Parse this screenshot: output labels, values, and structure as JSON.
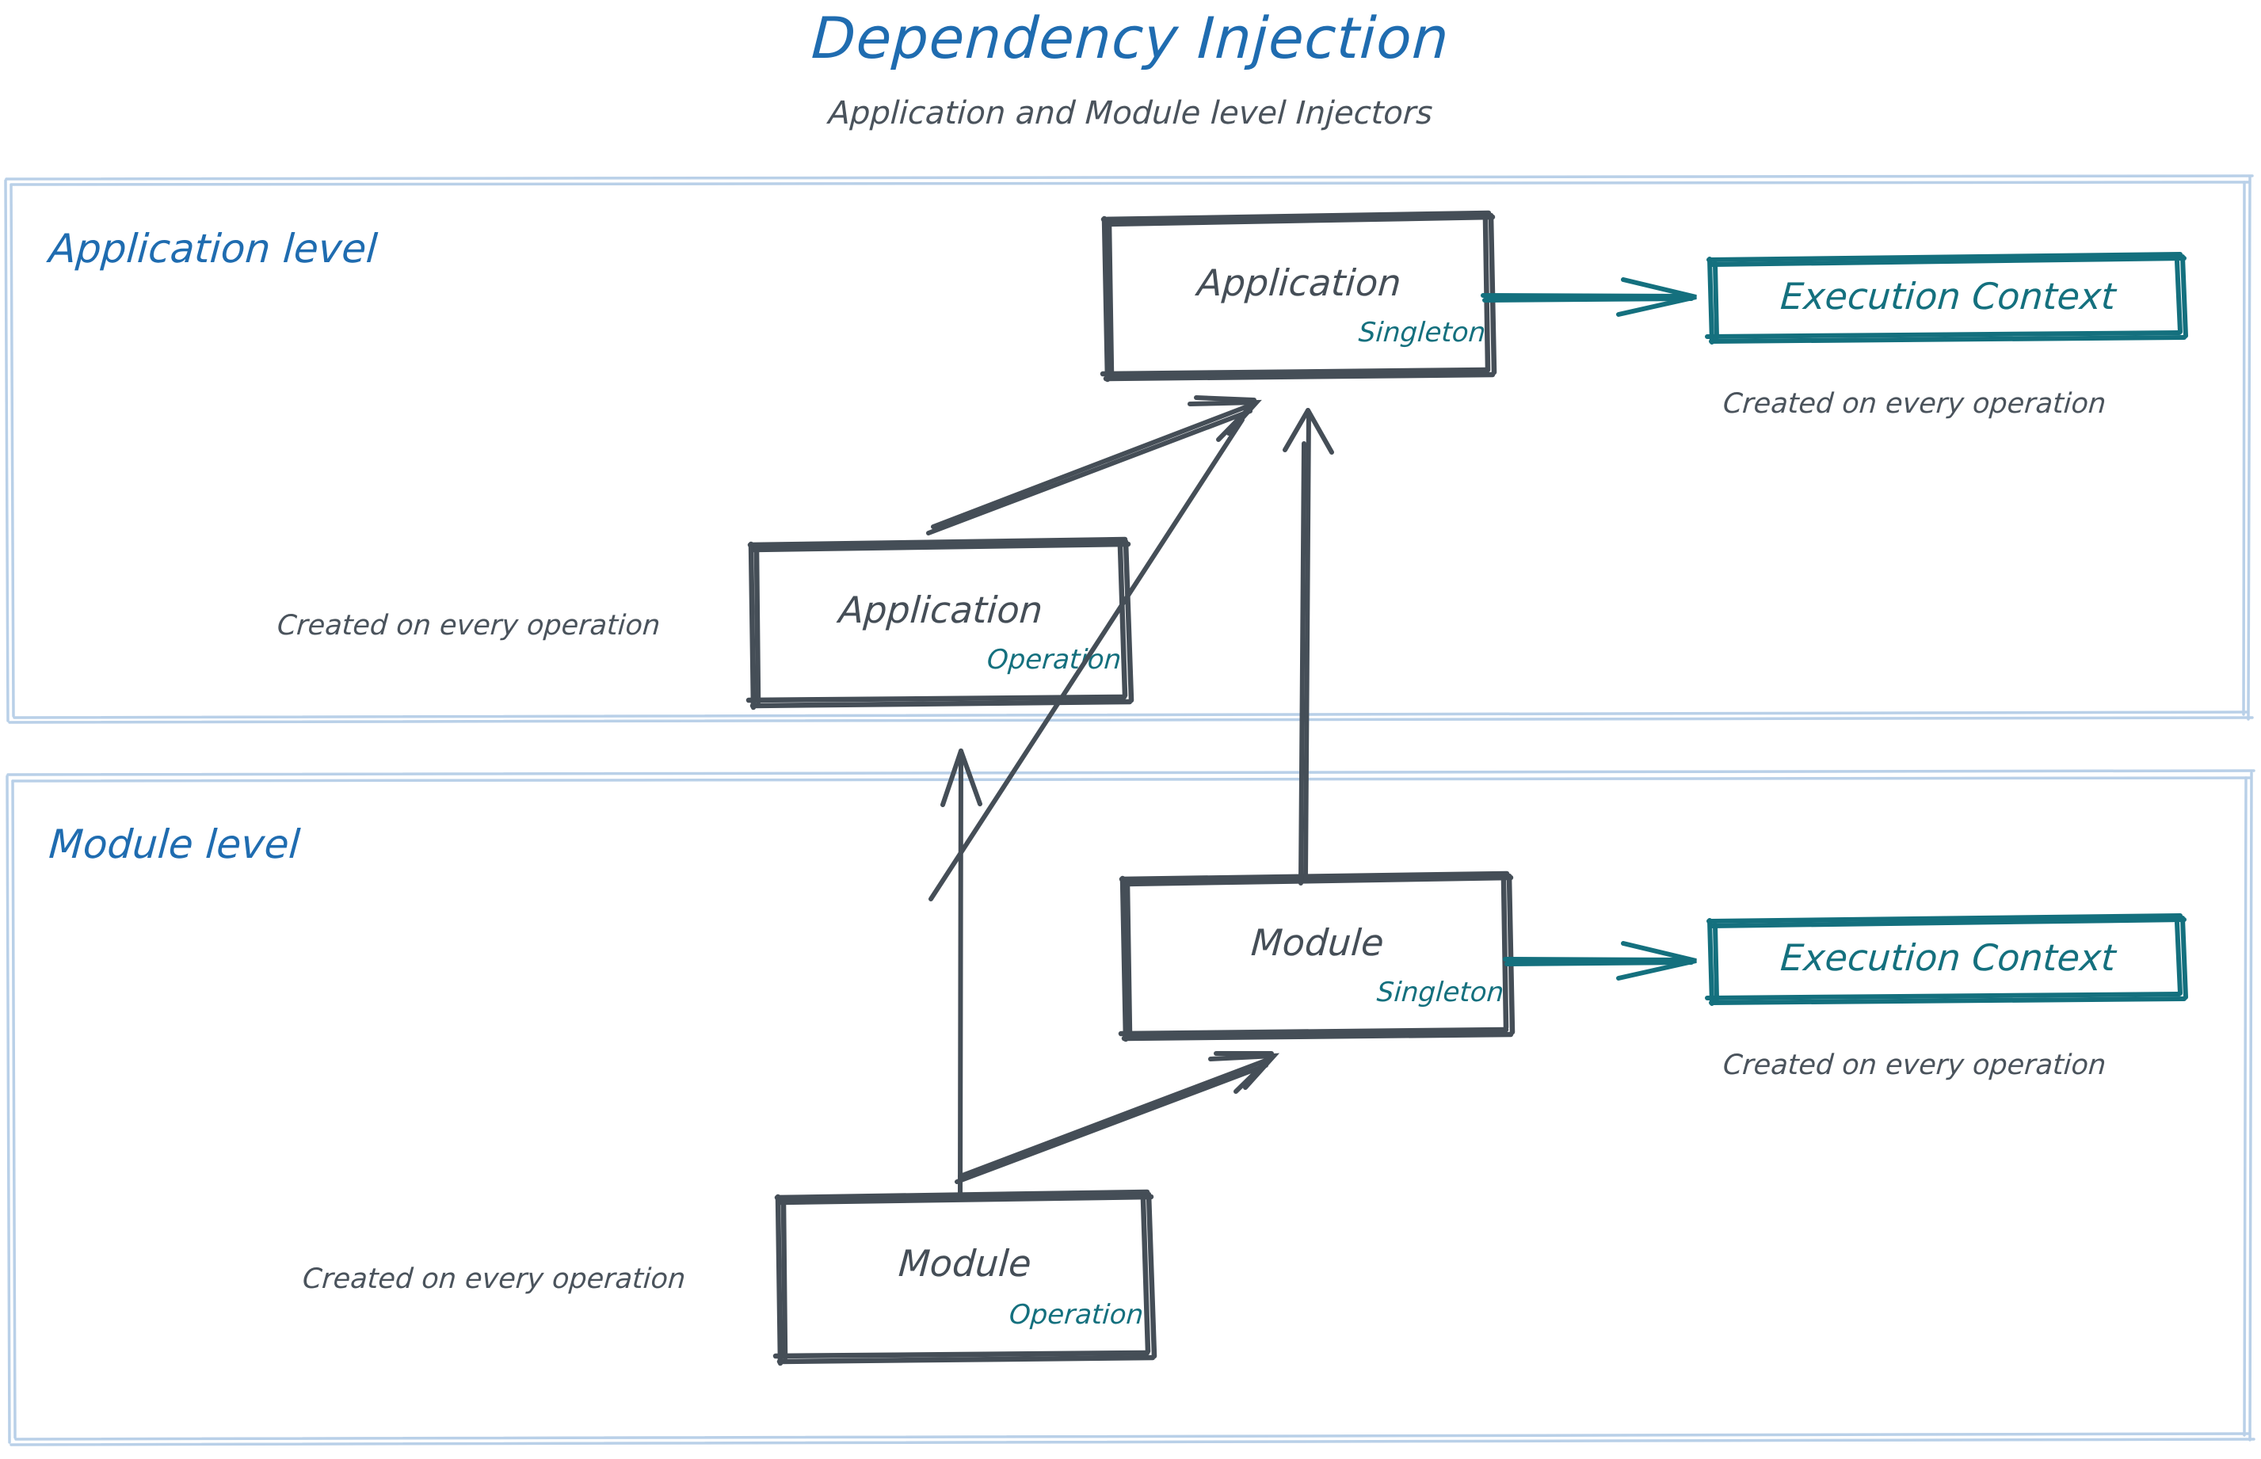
{
  "header": {
    "title": "Dependency Injection",
    "subtitle": "Application and Module level Injectors"
  },
  "colors": {
    "title_blue": "#1f6cb0",
    "level_label_blue": "#1f6cb0",
    "container_border": "#b9d0e8",
    "node_stroke": "#454E57",
    "node_text": "#454E57",
    "scope_teal": "#14707E",
    "exec_context_teal": "#14707E",
    "caption_gray": "#4a535c",
    "background": "#ffffff"
  },
  "levels": [
    {
      "id": "application-level",
      "label": "Application level",
      "nodes": [
        {
          "id": "application-singleton",
          "label": "Application",
          "scope": "Singleton",
          "style": "dark"
        },
        {
          "id": "application-execution-context",
          "label": "Execution Context",
          "scope": "",
          "style": "teal"
        },
        {
          "id": "application-operation",
          "label": "Application",
          "scope": "Operation",
          "style": "dark"
        }
      ],
      "captions": [
        {
          "id": "exec-context-caption-app",
          "text": "Created on every operation"
        },
        {
          "id": "application-operation-caption",
          "text": "Created on every operation"
        }
      ]
    },
    {
      "id": "module-level",
      "label": "Module level",
      "nodes": [
        {
          "id": "module-singleton",
          "label": "Module",
          "scope": "Singleton",
          "style": "dark"
        },
        {
          "id": "module-execution-context",
          "label": "Execution Context",
          "scope": "",
          "style": "teal"
        },
        {
          "id": "module-operation",
          "label": "Module",
          "scope": "Operation",
          "style": "dark"
        }
      ],
      "captions": [
        {
          "id": "exec-context-caption-module",
          "text": "Created on every operation"
        },
        {
          "id": "module-operation-caption",
          "text": "Created on every operation"
        }
      ]
    }
  ],
  "edges": [
    {
      "id": "app-operation-to-app-singleton",
      "from": "application-operation",
      "to": "application-singleton",
      "color": "#454E57",
      "style": "diagonal-up-right"
    },
    {
      "id": "module-singleton-to-app-singleton",
      "from": "module-singleton",
      "to": "application-singleton",
      "color": "#454E57",
      "style": "vertical-up"
    },
    {
      "id": "module-operation-to-app-operation",
      "from": "module-operation",
      "to": "application-operation",
      "color": "#454E57",
      "style": "vertical-up"
    },
    {
      "id": "module-operation-to-module-singleton",
      "from": "module-operation",
      "to": "module-singleton",
      "color": "#454E57",
      "style": "diagonal-up-right"
    },
    {
      "id": "app-singleton-to-exec-context",
      "from": "application-singleton",
      "to": "application-execution-context",
      "color": "#14707E",
      "style": "horizontal-right"
    },
    {
      "id": "module-singleton-to-exec-context",
      "from": "module-singleton",
      "to": "module-execution-context",
      "color": "#14707E",
      "style": "horizontal-right"
    }
  ]
}
